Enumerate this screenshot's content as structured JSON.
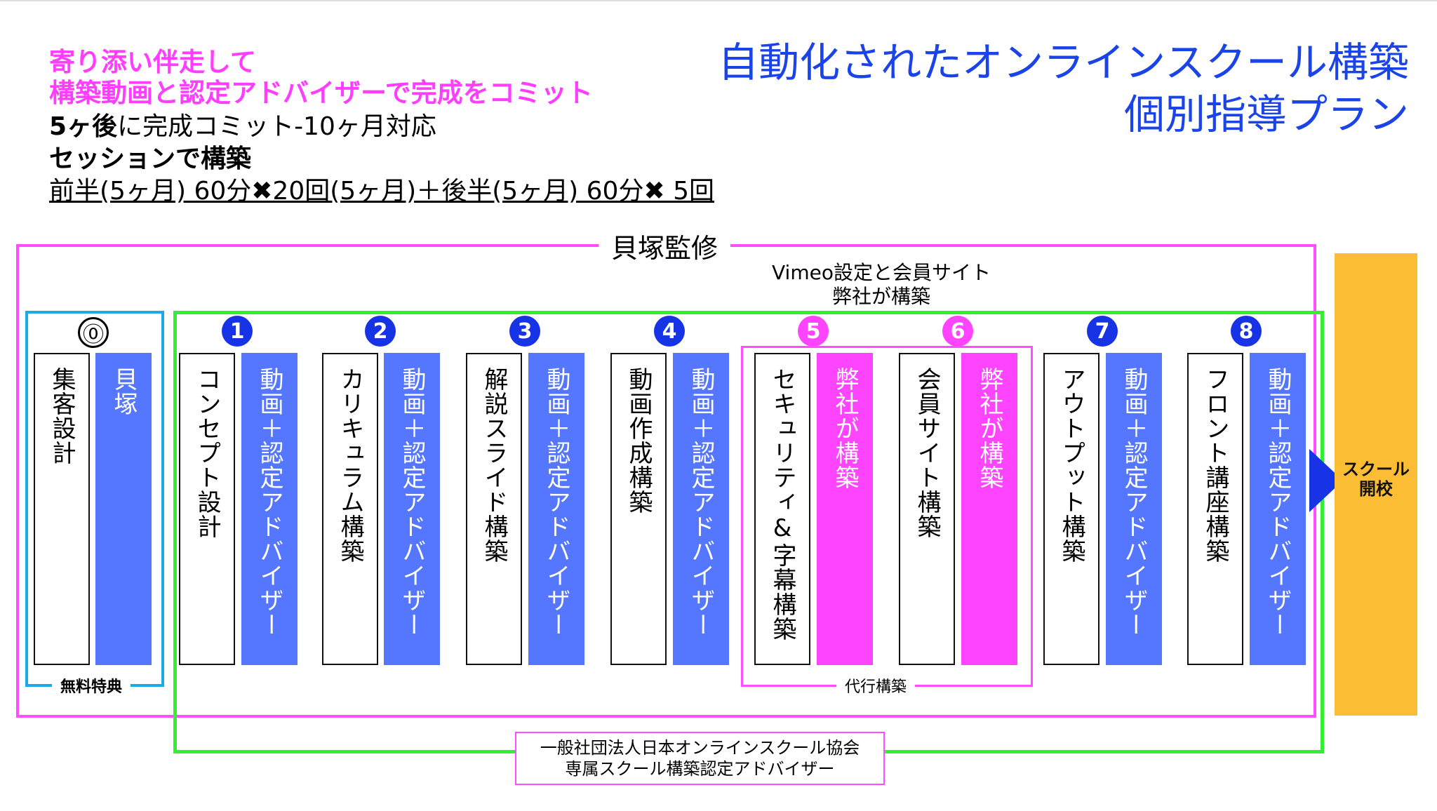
{
  "header": {
    "pink_line1": "寄り添い伴走して",
    "pink_line2": "構築動画と認定アドバイザーで完成をコミット",
    "commit_bold": "5ヶ後",
    "commit_rest": "に完成コミット-10ヶ月対応",
    "session_line": "セッションで構築",
    "schedule_line": "前半(5ヶ月) 60分✖20回(5ヶ月)＋後半(5ヶ月) 60分✖ 5回"
  },
  "title": {
    "line1": "自動化されたオンラインスクール構築",
    "line2": "個別指導プラン"
  },
  "frames": {
    "supervision": "貝塚監修",
    "vimeo_line1": "Vimeo設定と会員サイト",
    "vimeo_line2": "弊社が構築",
    "free_bonus": "無料特典",
    "outsourced": "代行構築"
  },
  "steps": [
    {
      "num": "⓪",
      "left": "集客設計",
      "right": "貝塚"
    },
    {
      "num": "1",
      "left": "コンセプト設計",
      "right": "動画＋認定アドバイザー"
    },
    {
      "num": "2",
      "left": "カリキュラム構築",
      "right": "動画＋認定アドバイザー"
    },
    {
      "num": "3",
      "left": "解説スライド構築",
      "right": "動画＋認定アドバイザー"
    },
    {
      "num": "4",
      "left": "動画作成構築",
      "right": "動画＋認定アドバイザー"
    },
    {
      "num": "5",
      "left": "セキュリティ&字幕構築",
      "right": "弊社が構築"
    },
    {
      "num": "6",
      "left": "会員サイト構築",
      "right": "弊社が構築"
    },
    {
      "num": "7",
      "left": "アウトプット構築",
      "right": "動画＋認定アドバイザー"
    },
    {
      "num": "8",
      "left": "フロント講座構築",
      "right": "動画＋認定アドバイザー"
    }
  ],
  "opening": {
    "line1": "スクール",
    "line2": "開校"
  },
  "association": {
    "line1": "一般社団法人日本オンラインスクール協会",
    "line2": "専属スクール構築認定アドバイザー"
  },
  "colors": {
    "title_blue": "#1a44e8",
    "pink": "#ff44ff",
    "column_blue": "#5576ff",
    "green_frame": "#33ee33",
    "orange": "#fbbd33"
  }
}
